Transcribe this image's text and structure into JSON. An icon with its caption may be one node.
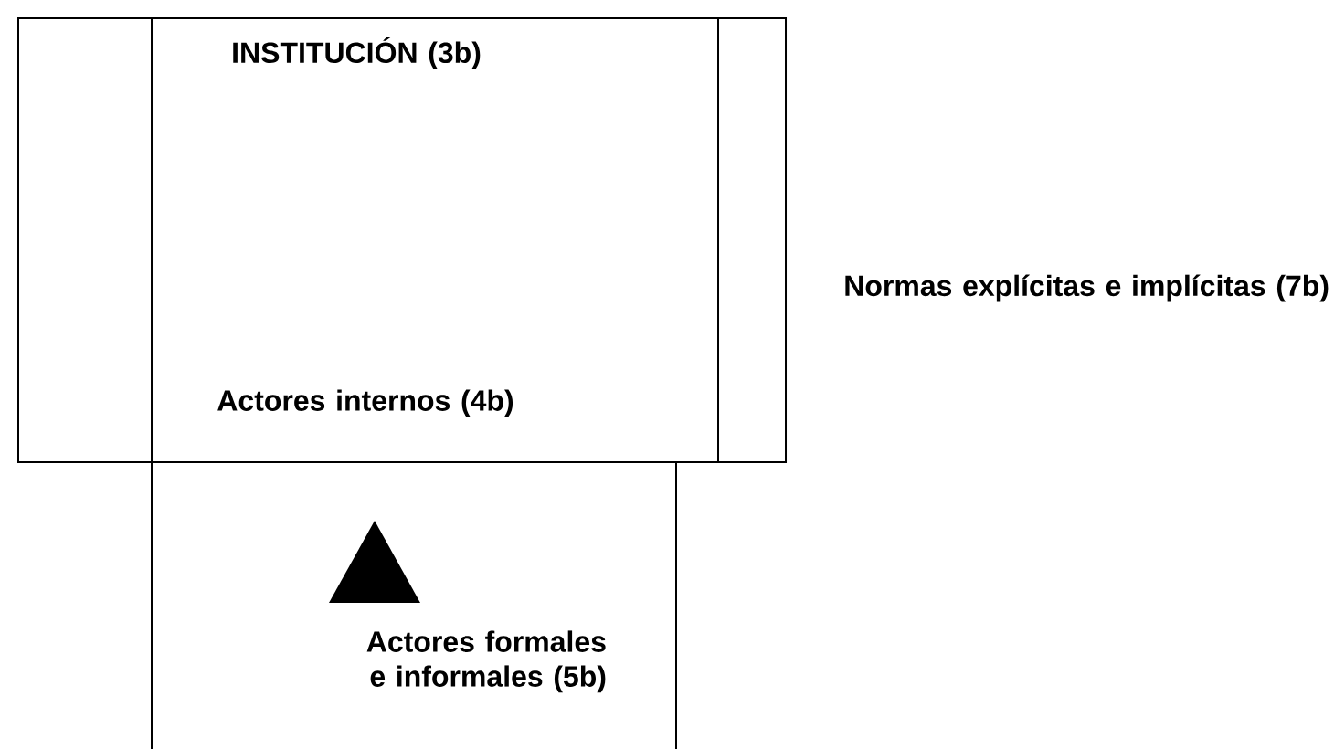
{
  "diagram": {
    "nodes": [
      {
        "text": [
          "INSTITUCIÓN (3b)"
        ]
      },
      {
        "text": [
          "Actores formales e informales (5b)"
        ]
      }
    ],
    "labels": [
      "Actores internos (4b)",
      "Normas explícitas e implícitas (7b)"
    ]
  }
}
